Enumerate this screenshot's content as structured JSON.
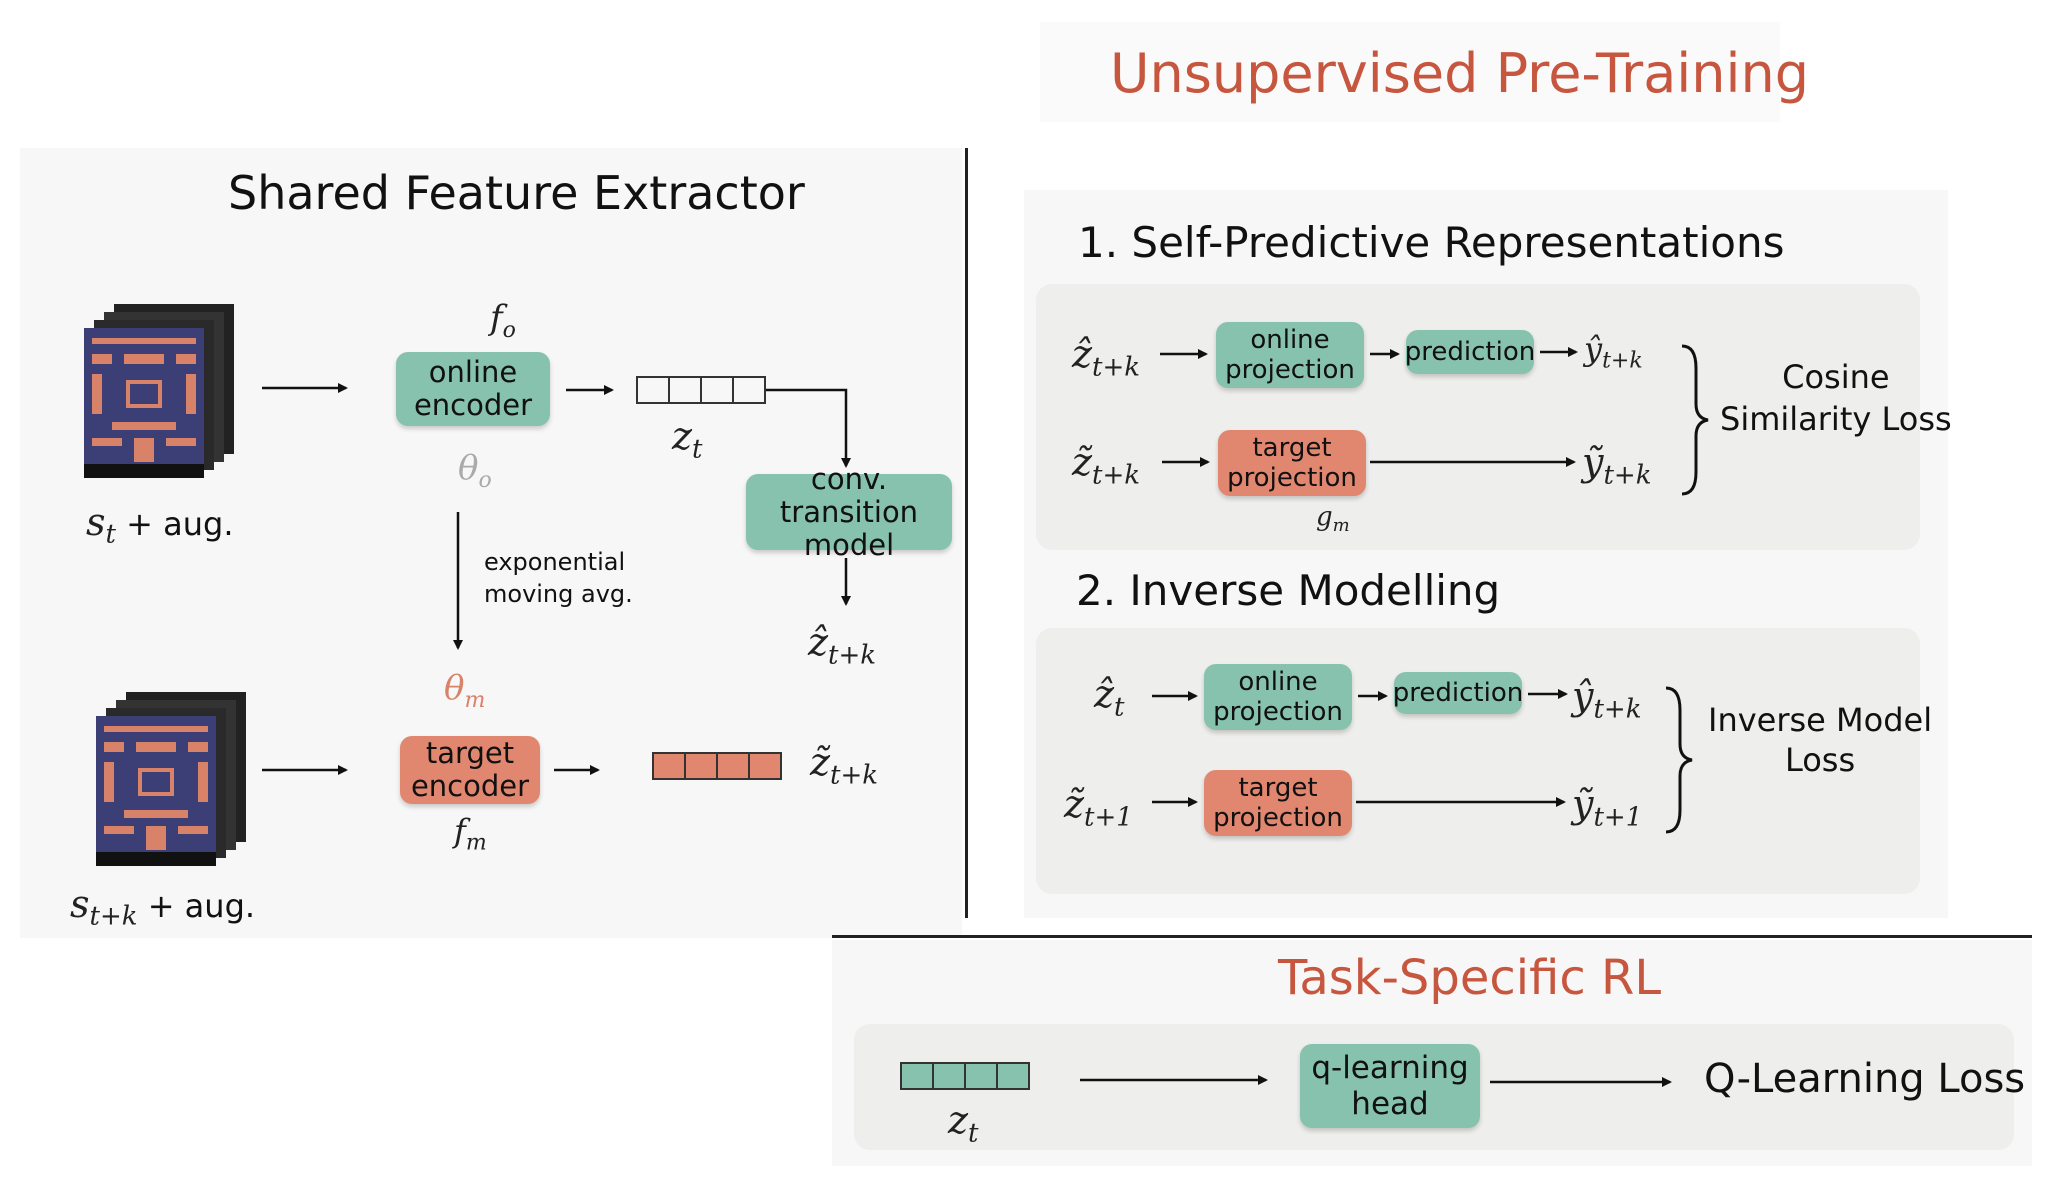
{
  "pretraining": {
    "title": "Unsupervised Pre-Training"
  },
  "extractor": {
    "title": "Shared Feature Extractor",
    "online_encoder": "online\nencoder",
    "target_encoder": "target\nencoder",
    "transition_model": "conv. transition\nmodel",
    "ema_label": "exponential\nmoving avg.",
    "f_o": "f",
    "f_o_sub": "o",
    "theta_o": "θ",
    "theta_o_sub": "o",
    "theta_m": "θ",
    "theta_m_sub": "m",
    "f_m": "f",
    "f_m_sub": "m",
    "z_t": "z",
    "z_t_sub": "t",
    "z_hat": "ẑ",
    "z_hat_sub": "t+k",
    "z_tilde": "z̃",
    "z_tilde_sub": "t+k",
    "s_t": "s",
    "s_t_sub": "t",
    "s_t_suffix": " + aug.",
    "s_tk": "s",
    "s_tk_sub": "t+k",
    "s_tk_suffix": " + aug."
  },
  "spr": {
    "title": "1. Self-Predictive Representations",
    "online_projection": "online\nprojection",
    "prediction": "prediction",
    "target_projection": "target\nprojection",
    "in_top": "ẑ",
    "in_top_sub": "t+k",
    "in_bottom": "z̃",
    "in_bottom_sub": "t+k",
    "out_top": "ŷ",
    "out_top_sub": "t+k",
    "out_bottom": "ỹ",
    "out_bottom_sub": "t+k",
    "g_m": "g",
    "g_m_sub": "m",
    "loss": "Cosine\nSimilarity Loss"
  },
  "inverse": {
    "title": "2. Inverse Modelling",
    "online_projection": "online\nprojection",
    "prediction": "prediction",
    "target_projection": "target\nprojection",
    "in_top": "ẑ",
    "in_top_sub": "t",
    "in_bottom": "z̃",
    "in_bottom_sub": "t+1",
    "out_top": "ŷ",
    "out_top_sub": "t+k",
    "out_bottom": "ỹ",
    "out_bottom_sub": "t+1",
    "loss": "Inverse Model\nLoss"
  },
  "rl": {
    "title": "Task-Specific RL",
    "q_head": "q-learning\nhead",
    "loss": "Q-Learning Loss",
    "z_t": "z",
    "z_t_sub": "t"
  },
  "colors": {
    "green": "#86c2ad",
    "red": "#e2876f",
    "title_red": "#c7563f",
    "game_blue": "#3c3f75",
    "game_orange": "#d9826a"
  }
}
